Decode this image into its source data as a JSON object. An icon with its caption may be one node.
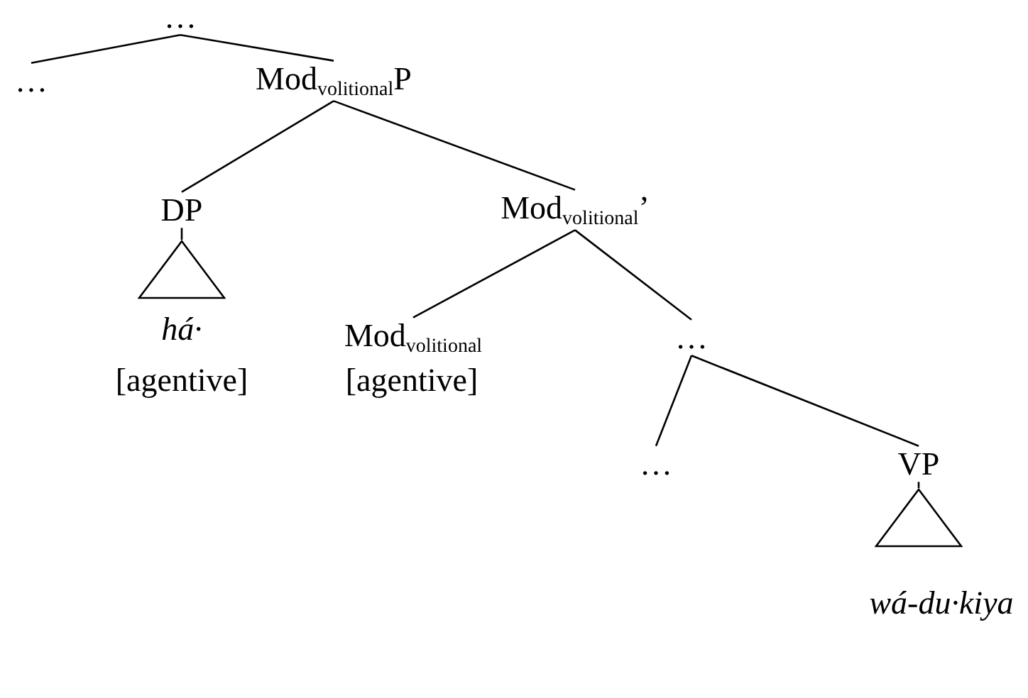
{
  "diagram": {
    "nodes": [
      {
        "text": [
          "…"
        ]
      },
      {
        "text": [
          "…"
        ]
      },
      {
        "text": [
          "Mod$_{volitional}$P"
        ]
      },
      {
        "text": [
          "DP"
        ]
      },
      {
        "text": [
          "Mod$_{volitional}$’"
        ]
      },
      {
        "text": [],
        "shape": "triangle",
        "beside": [
          "há·",
          "[agentive]"
        ]
      },
      {
        "text": [
          "Mod$_{volitional}$"
        ],
        "beside": [
          "[agentive]"
        ]
      },
      {
        "text": [
          "…"
        ]
      },
      {
        "text": [
          "…"
        ]
      },
      {
        "text": [
          "VP"
        ]
      },
      {
        "text": [],
        "shape": "triangle",
        "beside": [
          "wá-du·kiya"
        ]
      }
    ],
    "edges": [
      {
        "from": 0,
        "to": 1,
        "arrow": "none"
      },
      {
        "from": 0,
        "to": 2,
        "arrow": "none"
      },
      {
        "from": 2,
        "to": 3,
        "arrow": "none"
      },
      {
        "from": 2,
        "to": 4,
        "arrow": "none"
      },
      {
        "from": 3,
        "to": 5,
        "arrow": "none"
      },
      {
        "from": 4,
        "to": 6,
        "arrow": "none"
      },
      {
        "from": 4,
        "to": 7,
        "arrow": "none"
      },
      {
        "from": 7,
        "to": 8,
        "arrow": "none"
      },
      {
        "from": 7,
        "to": 9,
        "arrow": "none"
      },
      {
        "from": 9,
        "to": 10,
        "arrow": "none"
      }
    ]
  }
}
